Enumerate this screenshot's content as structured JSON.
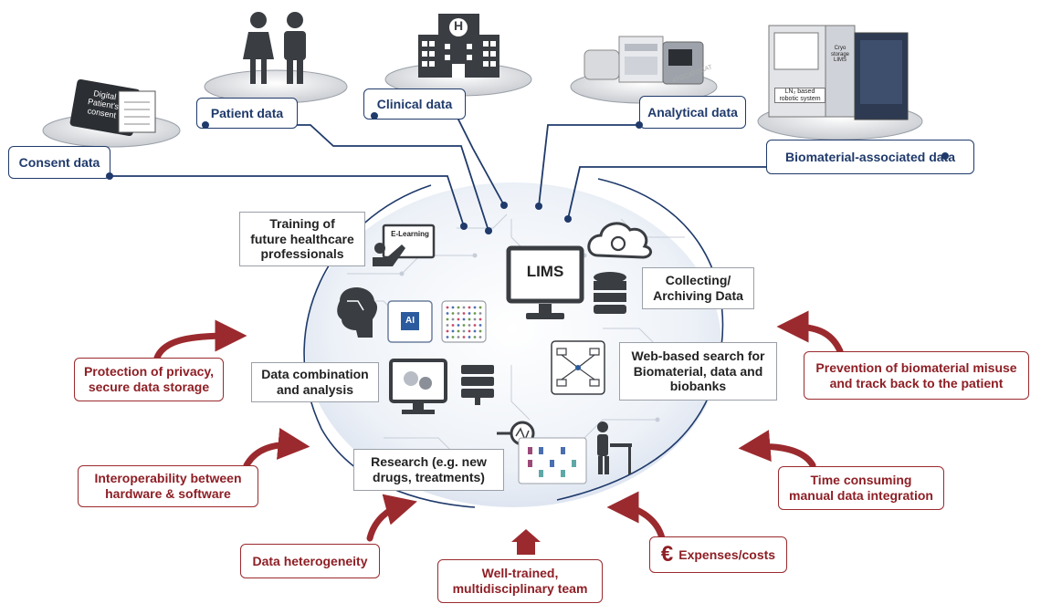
{
  "data_sources": {
    "consent": "Consent data",
    "patient": "Patient data",
    "clinical": "Clinical data",
    "analytical": "Analytical data",
    "biomaterial": "Biomaterial-associated data"
  },
  "source_icons": {
    "consent_device_text": "Digital\nPatient's\nconsent",
    "hospital_letter": "H",
    "cryo_label": "Cryo\nstorage\nLIMS",
    "robotic_label": "LN₂ based\nrobotic system",
    "sequence_text": "ATGCATGCAT"
  },
  "center": {
    "lims": "LIMS",
    "elearning": "E-Learning",
    "ai": "AI"
  },
  "functions": {
    "training": "Training of\nfuture healthcare\nprofessionals",
    "collecting": "Collecting/\nArchiving Data",
    "combination": "Data combination\nand analysis",
    "web_search": "Web-based search for\nBiomaterial, data and\nbiobanks",
    "research": "Research (e.g. new\ndrugs, treatments)"
  },
  "challenges": {
    "privacy": "Protection of privacy,\nsecure data storage",
    "interoperability": "Interoperability between\nhardware & software",
    "heterogeneity": "Data heterogeneity",
    "team": "Well-trained,\nmultidisciplinary team",
    "expenses_symbol": "€",
    "expenses": "Expenses/costs",
    "time": "Time consuming\nmanual data integration",
    "misuse": "Prevention of biomaterial misuse\nand track back to the patient"
  },
  "colors": {
    "navy": "#1f3a6b",
    "dark_red": "#9b2a2e",
    "icon_gray": "#3a3d42",
    "oval_fill": "#e9eef6"
  }
}
